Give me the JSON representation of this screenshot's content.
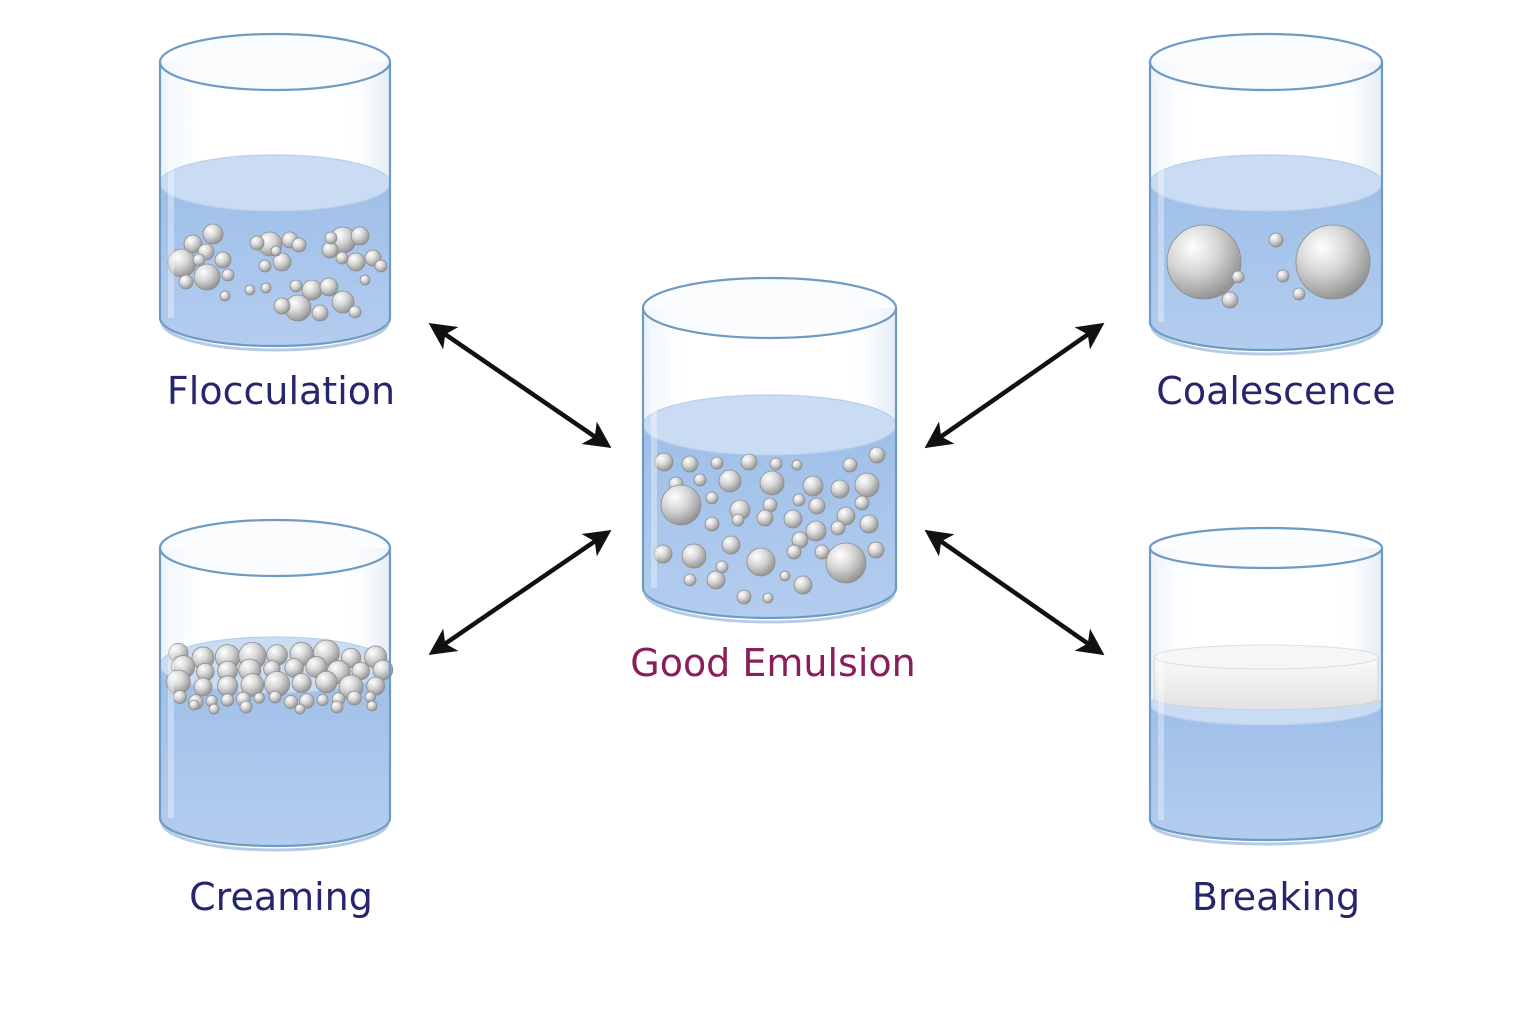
{
  "colors": {
    "background": "#ffffff",
    "state_label": "#25266e",
    "center_label": "#8a1d5c",
    "liquid": "#a9c6ea",
    "liquid_surface": "#c9dcf3",
    "glass_outline": "#6f9bc2",
    "droplet": "#b5b5b5",
    "cream_layer": "#efefef",
    "arrow": "#111111"
  },
  "center": {
    "label": "Good Emulsion"
  },
  "states": {
    "flocculation": {
      "label": "Flocculation"
    },
    "coalescence": {
      "label": "Coalescence"
    },
    "creaming": {
      "label": "Creaming"
    },
    "breaking": {
      "label": "Breaking"
    }
  },
  "arrows": [
    {
      "connects": [
        "Good Emulsion",
        "Flocculation"
      ],
      "style": "double-headed"
    },
    {
      "connects": [
        "Good Emulsion",
        "Coalescence"
      ],
      "style": "double-headed"
    },
    {
      "connects": [
        "Good Emulsion",
        "Creaming"
      ],
      "style": "double-headed"
    },
    {
      "connects": [
        "Good Emulsion",
        "Breaking"
      ],
      "style": "double-headed"
    }
  ]
}
